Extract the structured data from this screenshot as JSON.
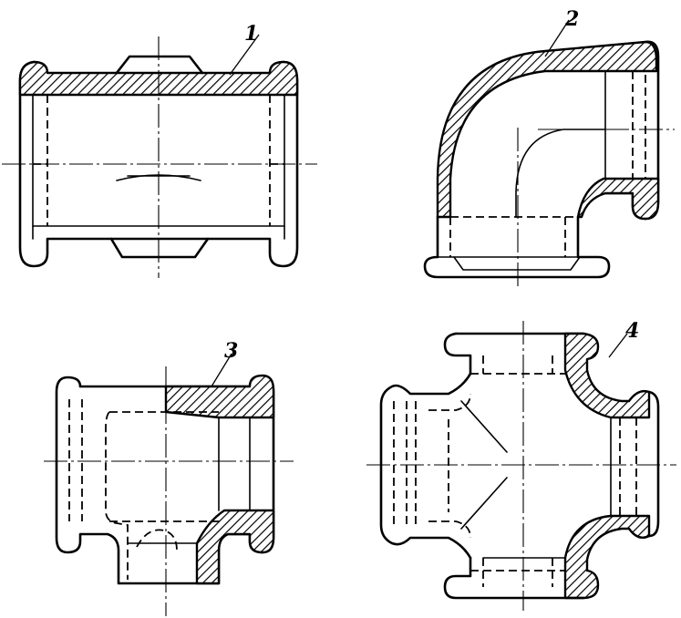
{
  "figure": {
    "labels": {
      "coupling": "1",
      "elbow": "2",
      "tee": "3",
      "cross": "4"
    }
  },
  "colors": {
    "ink": "#000000",
    "paper": "#ffffff"
  }
}
